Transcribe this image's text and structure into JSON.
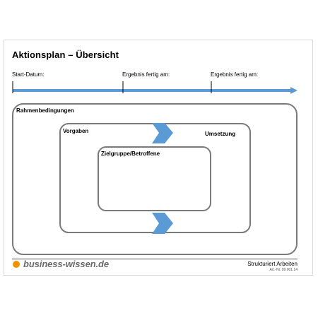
{
  "title": "Aktionsplan – Übersicht",
  "timeline": {
    "labels": [
      "Start-Datum:",
      "Ergebnis fertig am:",
      "Ergebnis fertig am:"
    ],
    "color": "#5b9bd5"
  },
  "boxes": {
    "outer_label": "Rahmenbedingungen",
    "middle_label_left": "Vorgaben",
    "middle_label_right": "Umsetzung",
    "inner_label": "Zielgruppe/Betroffene",
    "border_color": "#7a7a7a"
  },
  "chevron_color": "#5b9bd5",
  "footer": {
    "logo_text": "business-wissen.de",
    "logo_dot_color": "#f39200",
    "right_text": "Strukturiert Arbeiten",
    "art_nr": "Art.-Nr. 99.001.14"
  }
}
